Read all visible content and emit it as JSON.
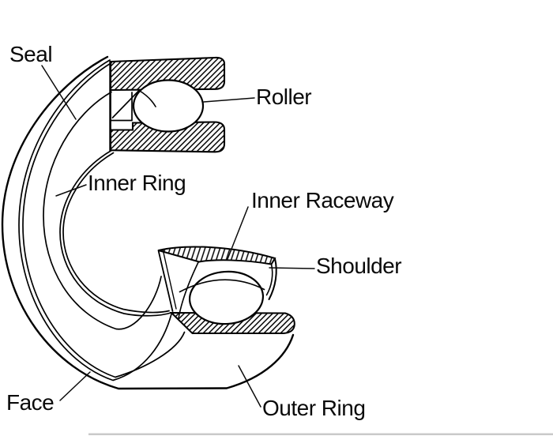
{
  "diagram": {
    "labels": {
      "seal": "Seal",
      "roller": "Roller",
      "inner_ring": "Inner Ring",
      "inner_raceway": "Inner Raceway",
      "shoulder": "Shoulder",
      "face": "Face",
      "outer_ring": "Outer Ring"
    },
    "colors": {
      "line": "#000000",
      "background": "#ffffff",
      "text": "#0a0a0a",
      "bottom_edge": "#c9c9c9"
    }
  }
}
